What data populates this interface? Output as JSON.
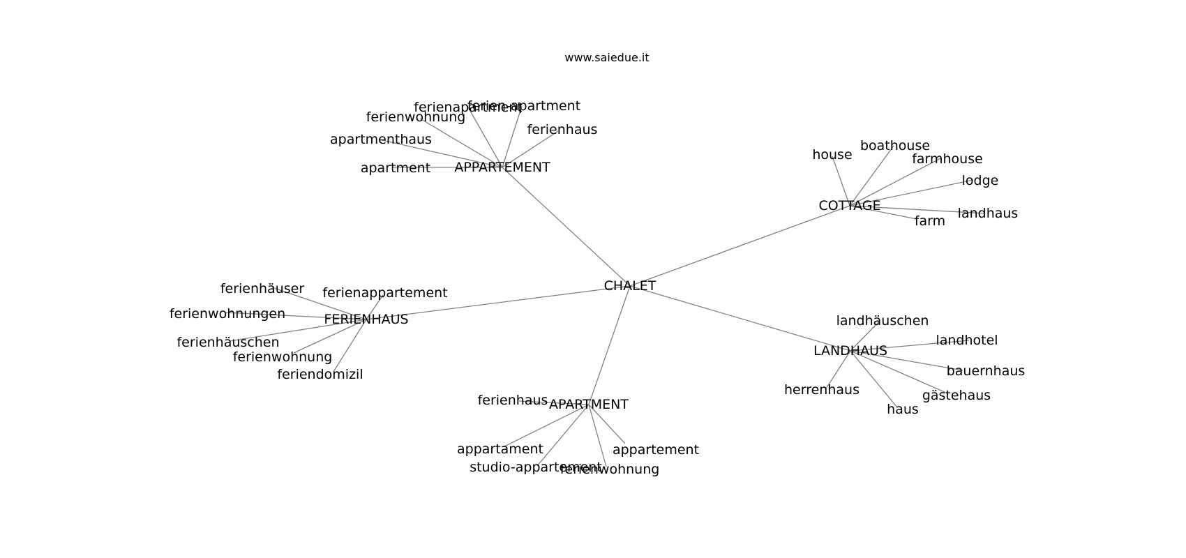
{
  "watermark": "www.saiedue.it",
  "graph": {
    "root": "CHALET",
    "hubs": [
      {
        "id": "appartement",
        "label": "APPARTEMENT",
        "leaves": [
          "ferienapartment",
          "ferien-apartment",
          "ferienwohnung",
          "ferienhaus",
          "apartmenthaus",
          "apartment"
        ]
      },
      {
        "id": "cottage",
        "label": "COTTAGE",
        "leaves": [
          "house",
          "boathouse",
          "farmhouse",
          "lodge",
          "landhaus",
          "farm"
        ]
      },
      {
        "id": "ferienhaus",
        "label": "FERIENHAUS",
        "leaves": [
          "ferienhäuser",
          "ferienappartement",
          "ferienwohnungen",
          "ferienhäuschen",
          "ferienwohnung",
          "feriendomizil"
        ]
      },
      {
        "id": "landhaus",
        "label": "LANDHAUS",
        "leaves": [
          "landhäuschen",
          "landhotel",
          "bauernhaus",
          "gästehaus",
          "haus",
          "herrenhaus"
        ]
      },
      {
        "id": "apartment",
        "label": "APARTMENT",
        "leaves": [
          "ferienhaus",
          "appartament",
          "appartement",
          "studio-appartement",
          "ferienwohnung"
        ]
      }
    ]
  }
}
